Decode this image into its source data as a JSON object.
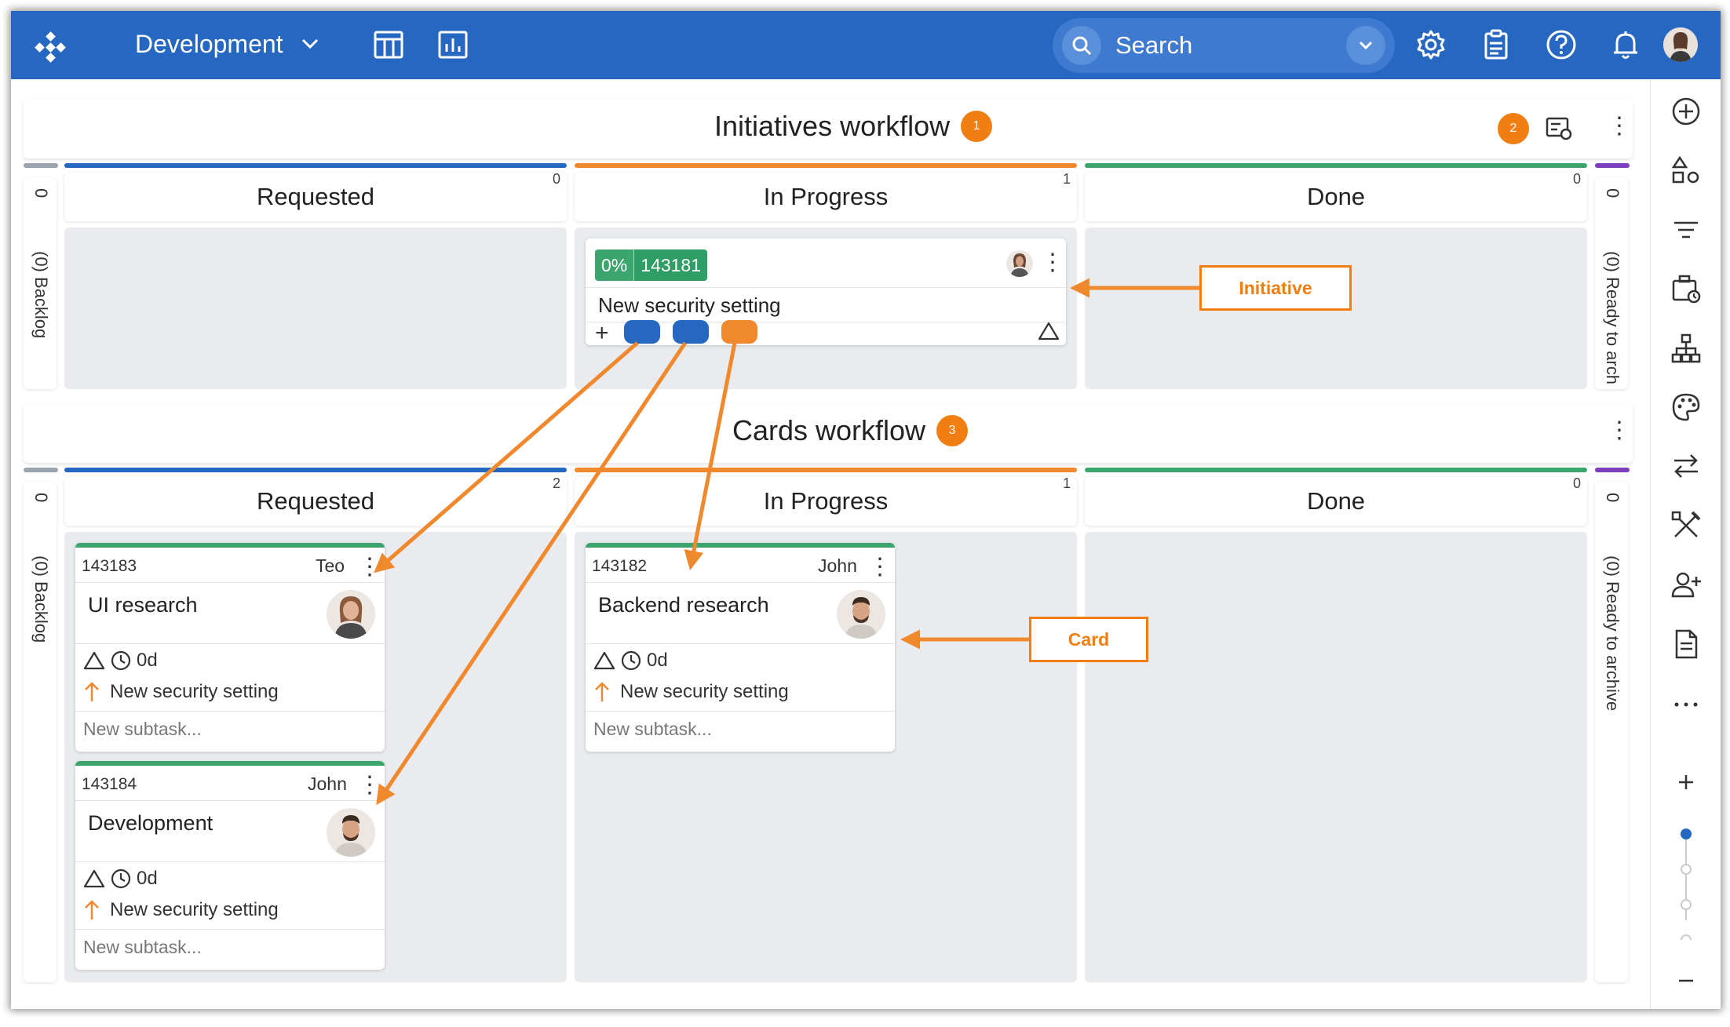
{
  "topbar": {
    "workspace": "Development",
    "search_placeholder": "Search"
  },
  "initiatives": {
    "title": "Initiatives workflow",
    "badge": "1",
    "filter_badge": "2",
    "backlog_count": "0",
    "backlog_label": "(0) Backlog",
    "archive_count": "0",
    "archive_label": "(0) Ready to arch",
    "columns": [
      {
        "name": "Requested",
        "count": "0"
      },
      {
        "name": "In Progress",
        "count": "1"
      },
      {
        "name": "Done",
        "count": "0"
      }
    ],
    "card": {
      "progress": "0%",
      "id": "143181",
      "title": "New security setting",
      "pill_colors": [
        "#2667c2",
        "#2667c2",
        "#f0892e"
      ]
    }
  },
  "cards_workflow": {
    "title": "Cards workflow",
    "badge": "3",
    "backlog_count": "0",
    "backlog_label": "(0) Backlog",
    "archive_count": "0",
    "archive_label": "(0) Ready to archive",
    "columns": [
      {
        "name": "Requested",
        "count": "2"
      },
      {
        "name": "In Progress",
        "count": "1"
      },
      {
        "name": "Done",
        "count": "0"
      }
    ],
    "cards": [
      {
        "id": "143183",
        "owner": "Teo",
        "title": "UI research",
        "time": "0d",
        "parent": "New security setting",
        "subtask": "New subtask..."
      },
      {
        "id": "143184",
        "owner": "John",
        "title": "Development",
        "time": "0d",
        "parent": "New security setting",
        "subtask": "New subtask..."
      },
      {
        "id": "143182",
        "owner": "John",
        "title": "Backend research",
        "time": "0d",
        "parent": "New security setting",
        "subtask": "New subtask..."
      }
    ]
  },
  "annotations": {
    "initiative": "Initiative",
    "card": "Card"
  },
  "colors": {
    "topbar": "#2667c2",
    "accent_orange": "#f07e12",
    "requested_bar": "#2667c2",
    "progress_bar": "#f0892e",
    "done_bar": "#3ca56e",
    "archive_bar": "#7b3fbf",
    "card_top": "#3ca56e"
  }
}
